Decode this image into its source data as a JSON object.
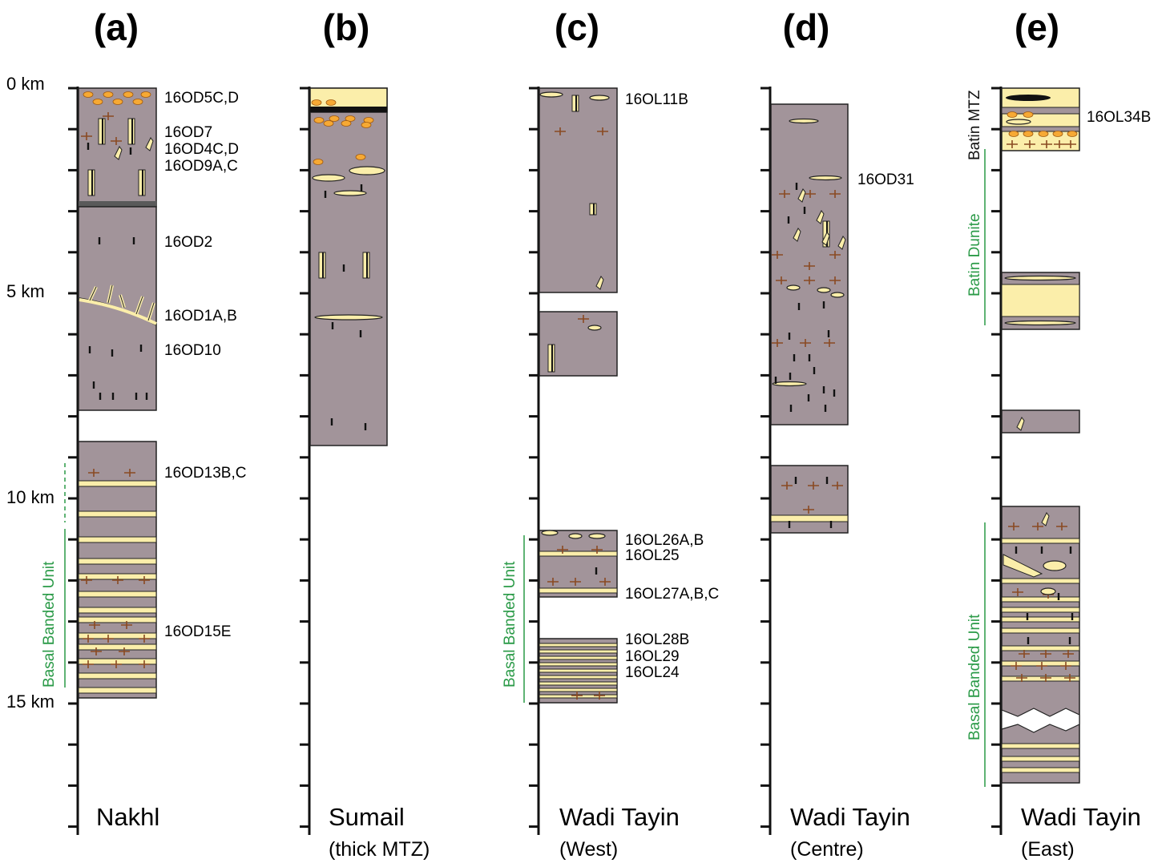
{
  "panels": [
    {
      "letter": "(a)",
      "location": "Nakhl",
      "sublocation": ""
    },
    {
      "letter": "(b)",
      "location": "Sumail",
      "sublocation": "(thick MTZ)"
    },
    {
      "letter": "(c)",
      "location": "Wadi Tayin",
      "sublocation": "(West)"
    },
    {
      "letter": "(d)",
      "location": "Wadi Tayin",
      "sublocation": "(Centre)"
    },
    {
      "letter": "(e)",
      "location": "Wadi Tayin",
      "sublocation": "(East)"
    }
  ],
  "depth_labels": [
    "0 km",
    "5 km",
    "10 km",
    "15 km"
  ],
  "samples": {
    "a": [
      "16OD5C,D",
      "16OD7",
      "16OD4C,D",
      "16OD9A,C",
      "16OD2",
      "16OD1A,B",
      "16OD10",
      "16OD13B,C",
      "16OD15E"
    ],
    "c": [
      "16OL11B",
      "16OL26A,B",
      "16OL25",
      "16OL27A,B,C",
      "16OL28B",
      "16OL29",
      "16OL24"
    ],
    "d": [
      "16OD31"
    ],
    "e": [
      "16OL34B"
    ]
  },
  "unit_labels": {
    "basal_banded": "Basal Banded Unit",
    "batin_mtz": "Batin MTZ",
    "batin_dunite": "Batin Dunite"
  },
  "colors": {
    "gabbro": "#a2949a",
    "layer": "#fbeeaa",
    "orange": "#f6a934",
    "cross": "#8a4a22",
    "green": "#2a9a47"
  }
}
